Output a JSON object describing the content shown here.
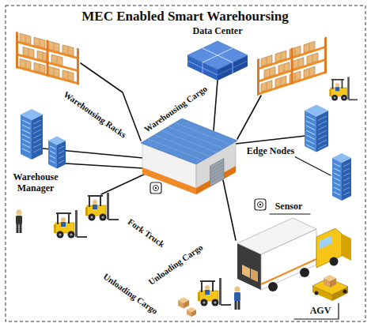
{
  "diagram": {
    "title": "MEC Enabled Smart Warehoursing",
    "labels": [
      "Data Center",
      "Warehousing Racks",
      "Warehousing Cargo",
      "Edge Nodes",
      "Warehouse Manager",
      "Sensor",
      "Fork Truck",
      "Unloading Cargo",
      "Unloading Cargo",
      "AGV"
    ]
  }
}
